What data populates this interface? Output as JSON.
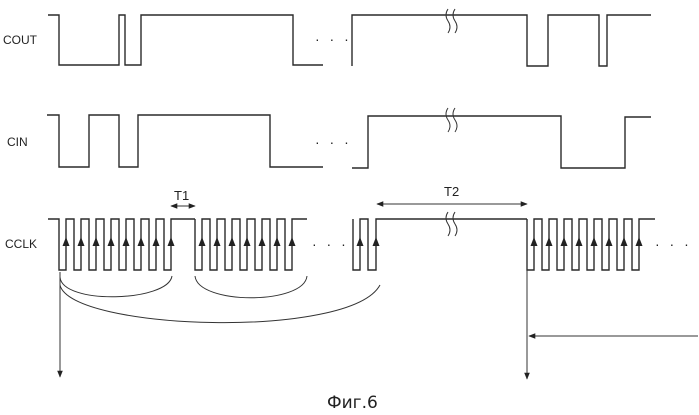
{
  "figure": {
    "caption": "Фиг.6",
    "signals": [
      {
        "name": "COUT",
        "label": "COUT"
      },
      {
        "name": "CIN",
        "label": "CIN"
      },
      {
        "name": "CCLK",
        "label": "CCLK"
      }
    ],
    "periods": [
      {
        "name": "T1",
        "label": "T1"
      },
      {
        "name": "T2",
        "label": "T2"
      }
    ],
    "continuation_mark": "· · ·",
    "break_mark": "≀≀"
  }
}
